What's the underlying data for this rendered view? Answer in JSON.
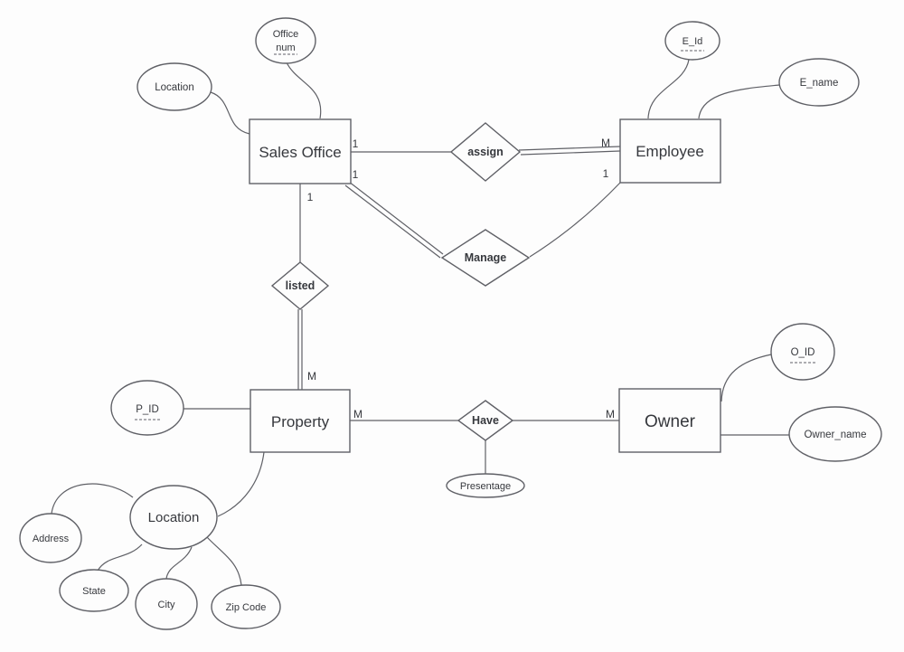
{
  "diagram_type": "er-diagram",
  "colors": {
    "background": "#fdfdfd",
    "line": "#5f6066",
    "text": "#36383d"
  },
  "entities": {
    "sales_office": "Sales Office",
    "employee": "Employee",
    "property": "Property",
    "owner": "Owner"
  },
  "relationships": {
    "assign": "assign",
    "manage": "Manage",
    "listed": "listed",
    "have": "Have"
  },
  "attributes": {
    "office_num_line1": "Office",
    "office_num_line2": "num",
    "location": "Location",
    "e_id": "E_Id",
    "e_name": "E_name",
    "p_id": "P_ID",
    "o_id": "O_ID",
    "owner_name": "Owner_name",
    "presentage": "Presentage",
    "location_composite": "Location",
    "address": "Address",
    "state": "State",
    "city": "City",
    "zip_code": "Zip Code"
  },
  "cardinalities": {
    "sales_office_assign": "1",
    "assign_employee": "M",
    "sales_office_manage": "1",
    "employee_manage": "1",
    "sales_office_listed": "1",
    "listed_property": "M",
    "property_have": "M",
    "have_owner": "M"
  }
}
